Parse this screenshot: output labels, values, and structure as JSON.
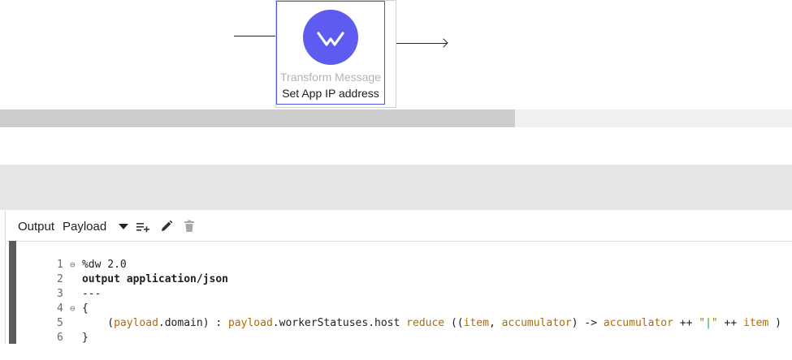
{
  "flow": {
    "node": {
      "type_label": "Transform Message",
      "name_label": "Set App IP address",
      "icon": "dataweave-icon",
      "accent_color": "#5e5cf0"
    }
  },
  "editor": {
    "toolbar": {
      "output_label": "Output",
      "target_value": "Payload",
      "icons": [
        "dropdown-caret-icon",
        "add-list-icon",
        "edit-pencil-icon",
        "delete-trash-icon"
      ]
    },
    "code_lines": [
      {
        "num": "1",
        "fold": "⊖",
        "text": "%dw 2.0"
      },
      {
        "num": "2",
        "fold": "",
        "text": "output application/json"
      },
      {
        "num": "3",
        "fold": "",
        "text": "---"
      },
      {
        "num": "4",
        "fold": "⊖",
        "text": "{"
      },
      {
        "num": "5",
        "fold": "",
        "text": "    (payload.domain) : payload.workerStatuses.host reduce ((item, accumulator) -> accumulator ++ \"|\" ++ item )"
      },
      {
        "num": "6",
        "fold": "",
        "text": "}"
      }
    ],
    "tokens": {
      "l1": "%dw 2.0",
      "l2": "output application/json",
      "l3": "---",
      "l4": "{",
      "l5_open": "    (",
      "l5_payload1": "payload",
      "l5_domain": ".domain) : ",
      "l5_payload2": "payload",
      "l5_path": ".workerStatuses.host ",
      "l5_reduce": "reduce",
      "l5_p1": " ((",
      "l5_item": "item",
      "l5_comma": ", ",
      "l5_acc": "accumulator",
      "l5_arrow": ") -> ",
      "l5_acc2": "accumulator",
      "l5_pp1": " ++ ",
      "l5_q1": "\"",
      "l5_pipe": "|",
      "l5_q2": "\"",
      "l5_pp2": " ++ ",
      "l5_item2": "item",
      "l5_close": " )",
      "l6": "}"
    }
  }
}
